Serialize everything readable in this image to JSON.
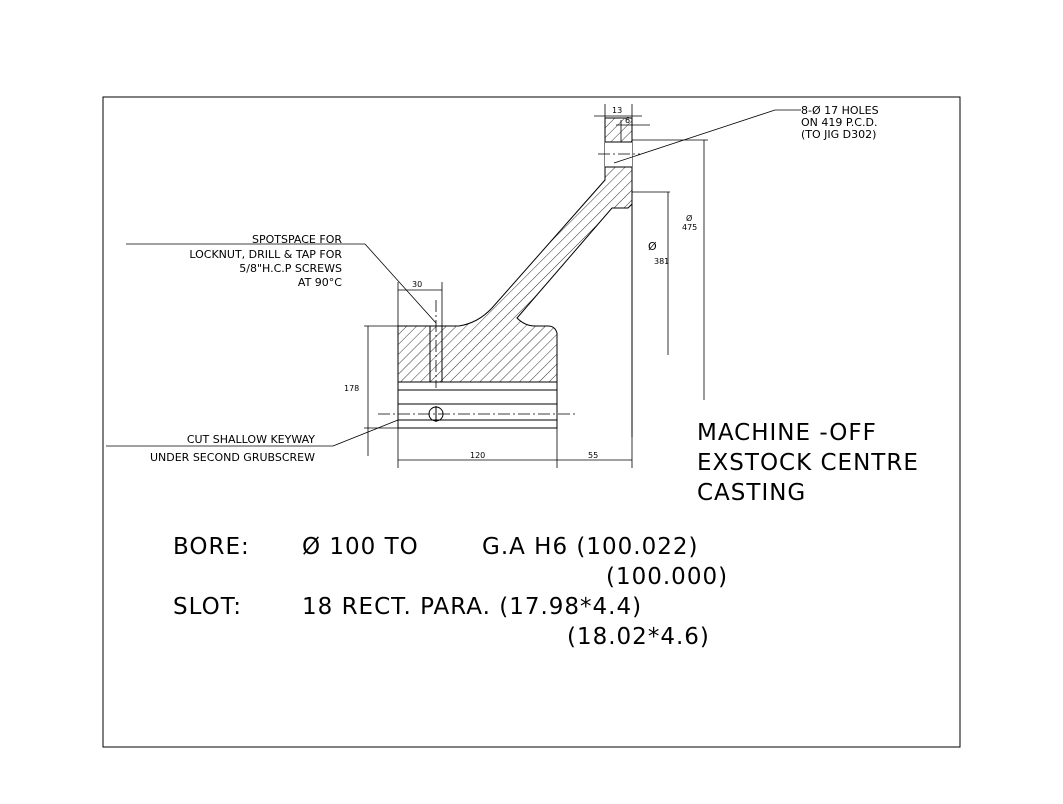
{
  "notes": {
    "holes": [
      "8-Ø 17 HOLES",
      "ON 419 P.C.D.",
      "(TO JIG D302)"
    ],
    "spotspace": [
      "SPOTSPACE FOR",
      "LOCKNUT, DRILL & TAP FOR",
      "5/8\"H.C.P SCREWS",
      "AT 90°C"
    ],
    "keyway": [
      "CUT SHALLOW KEYWAY",
      "UNDER SECOND GRUBSCREW"
    ],
    "machine": [
      "MACHINE -OFF",
      "EXSTOCK CENTRE",
      "CASTING"
    ]
  },
  "dimensions": {
    "flange_width": "13",
    "flange_inner": "6",
    "hole_symbol": "Ø",
    "pcd_outer": "475",
    "hub_diameter": "381",
    "counterbore_width": "30",
    "bore_height": "178",
    "hub_length": "120",
    "web_offset": "55"
  },
  "bore_spec": {
    "label": "BORE:",
    "nominal": "Ø 100 TO",
    "fit": "G.A H6 (100.022)",
    "lower": "(100.000)"
  },
  "slot_spec": {
    "label": "SLOT:",
    "nominal": "18 RECT. PARA. (17.98*4.4)",
    "lower": "(18.02*4.6)"
  }
}
